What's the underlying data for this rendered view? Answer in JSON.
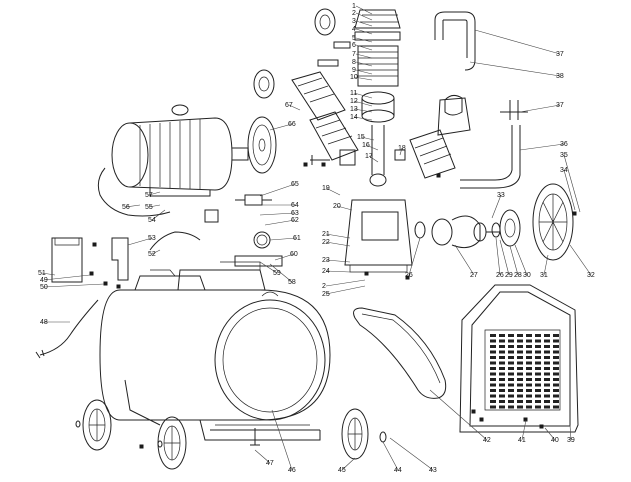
{
  "callouts": [
    {
      "id": "c1",
      "label": "1"
    },
    {
      "id": "c2",
      "label": "2"
    },
    {
      "id": "c3",
      "label": "3"
    },
    {
      "id": "c4",
      "label": "4"
    },
    {
      "id": "c5",
      "label": "5"
    },
    {
      "id": "c6",
      "label": "6"
    },
    {
      "id": "c7",
      "label": "7"
    },
    {
      "id": "c8",
      "label": "8"
    },
    {
      "id": "c9",
      "label": "9"
    },
    {
      "id": "c10",
      "label": "10"
    },
    {
      "id": "c11",
      "label": "11"
    },
    {
      "id": "c12",
      "label": "12"
    },
    {
      "id": "c13",
      "label": "13"
    },
    {
      "id": "c14",
      "label": "14"
    },
    {
      "id": "c15",
      "label": "15"
    },
    {
      "id": "c16",
      "label": "16"
    },
    {
      "id": "c17",
      "label": "17"
    },
    {
      "id": "c18",
      "label": "18"
    },
    {
      "id": "c19",
      "label": "19"
    },
    {
      "id": "c20",
      "label": "20"
    },
    {
      "id": "c21",
      "label": "21"
    },
    {
      "id": "c22",
      "label": "22"
    },
    {
      "id": "c23",
      "label": "23"
    },
    {
      "id": "c24",
      "label": "24"
    },
    {
      "id": "c25",
      "label": "25"
    },
    {
      "id": "c2b",
      "label": "2"
    },
    {
      "id": "c26a",
      "label": "26"
    },
    {
      "id": "c26b",
      "label": "26"
    },
    {
      "id": "c27",
      "label": "27"
    },
    {
      "id": "c28",
      "label": "28"
    },
    {
      "id": "c29",
      "label": "29"
    },
    {
      "id": "c30",
      "label": "30"
    },
    {
      "id": "c31",
      "label": "31"
    },
    {
      "id": "c32",
      "label": "32"
    },
    {
      "id": "c33",
      "label": "33"
    },
    {
      "id": "c34",
      "label": "34"
    },
    {
      "id": "c35",
      "label": "35"
    },
    {
      "id": "c36",
      "label": "36"
    },
    {
      "id": "c37a",
      "label": "37"
    },
    {
      "id": "c37b",
      "label": "37"
    },
    {
      "id": "c38",
      "label": "38"
    },
    {
      "id": "c39",
      "label": "39"
    },
    {
      "id": "c40",
      "label": "40"
    },
    {
      "id": "c41",
      "label": "41"
    },
    {
      "id": "c42",
      "label": "42"
    },
    {
      "id": "c43",
      "label": "43"
    },
    {
      "id": "c44",
      "label": "44"
    },
    {
      "id": "c45",
      "label": "45"
    },
    {
      "id": "c46",
      "label": "46"
    },
    {
      "id": "c47",
      "label": "47"
    },
    {
      "id": "c48",
      "label": "48"
    },
    {
      "id": "c49",
      "label": "49"
    },
    {
      "id": "c50",
      "label": "50"
    },
    {
      "id": "c51",
      "label": "51"
    },
    {
      "id": "c52",
      "label": "52"
    },
    {
      "id": "c53",
      "label": "53"
    },
    {
      "id": "c54",
      "label": "54"
    },
    {
      "id": "c55",
      "label": "55"
    },
    {
      "id": "c56",
      "label": "56"
    },
    {
      "id": "c57",
      "label": "57"
    },
    {
      "id": "c58",
      "label": "58"
    },
    {
      "id": "c59",
      "label": "59"
    },
    {
      "id": "c60",
      "label": "60"
    },
    {
      "id": "c61",
      "label": "61"
    },
    {
      "id": "c62",
      "label": "62"
    },
    {
      "id": "c63",
      "label": "63"
    },
    {
      "id": "c64",
      "label": "64"
    },
    {
      "id": "c65",
      "label": "65"
    },
    {
      "id": "c66",
      "label": "66"
    },
    {
      "id": "c67",
      "label": "67"
    }
  ]
}
